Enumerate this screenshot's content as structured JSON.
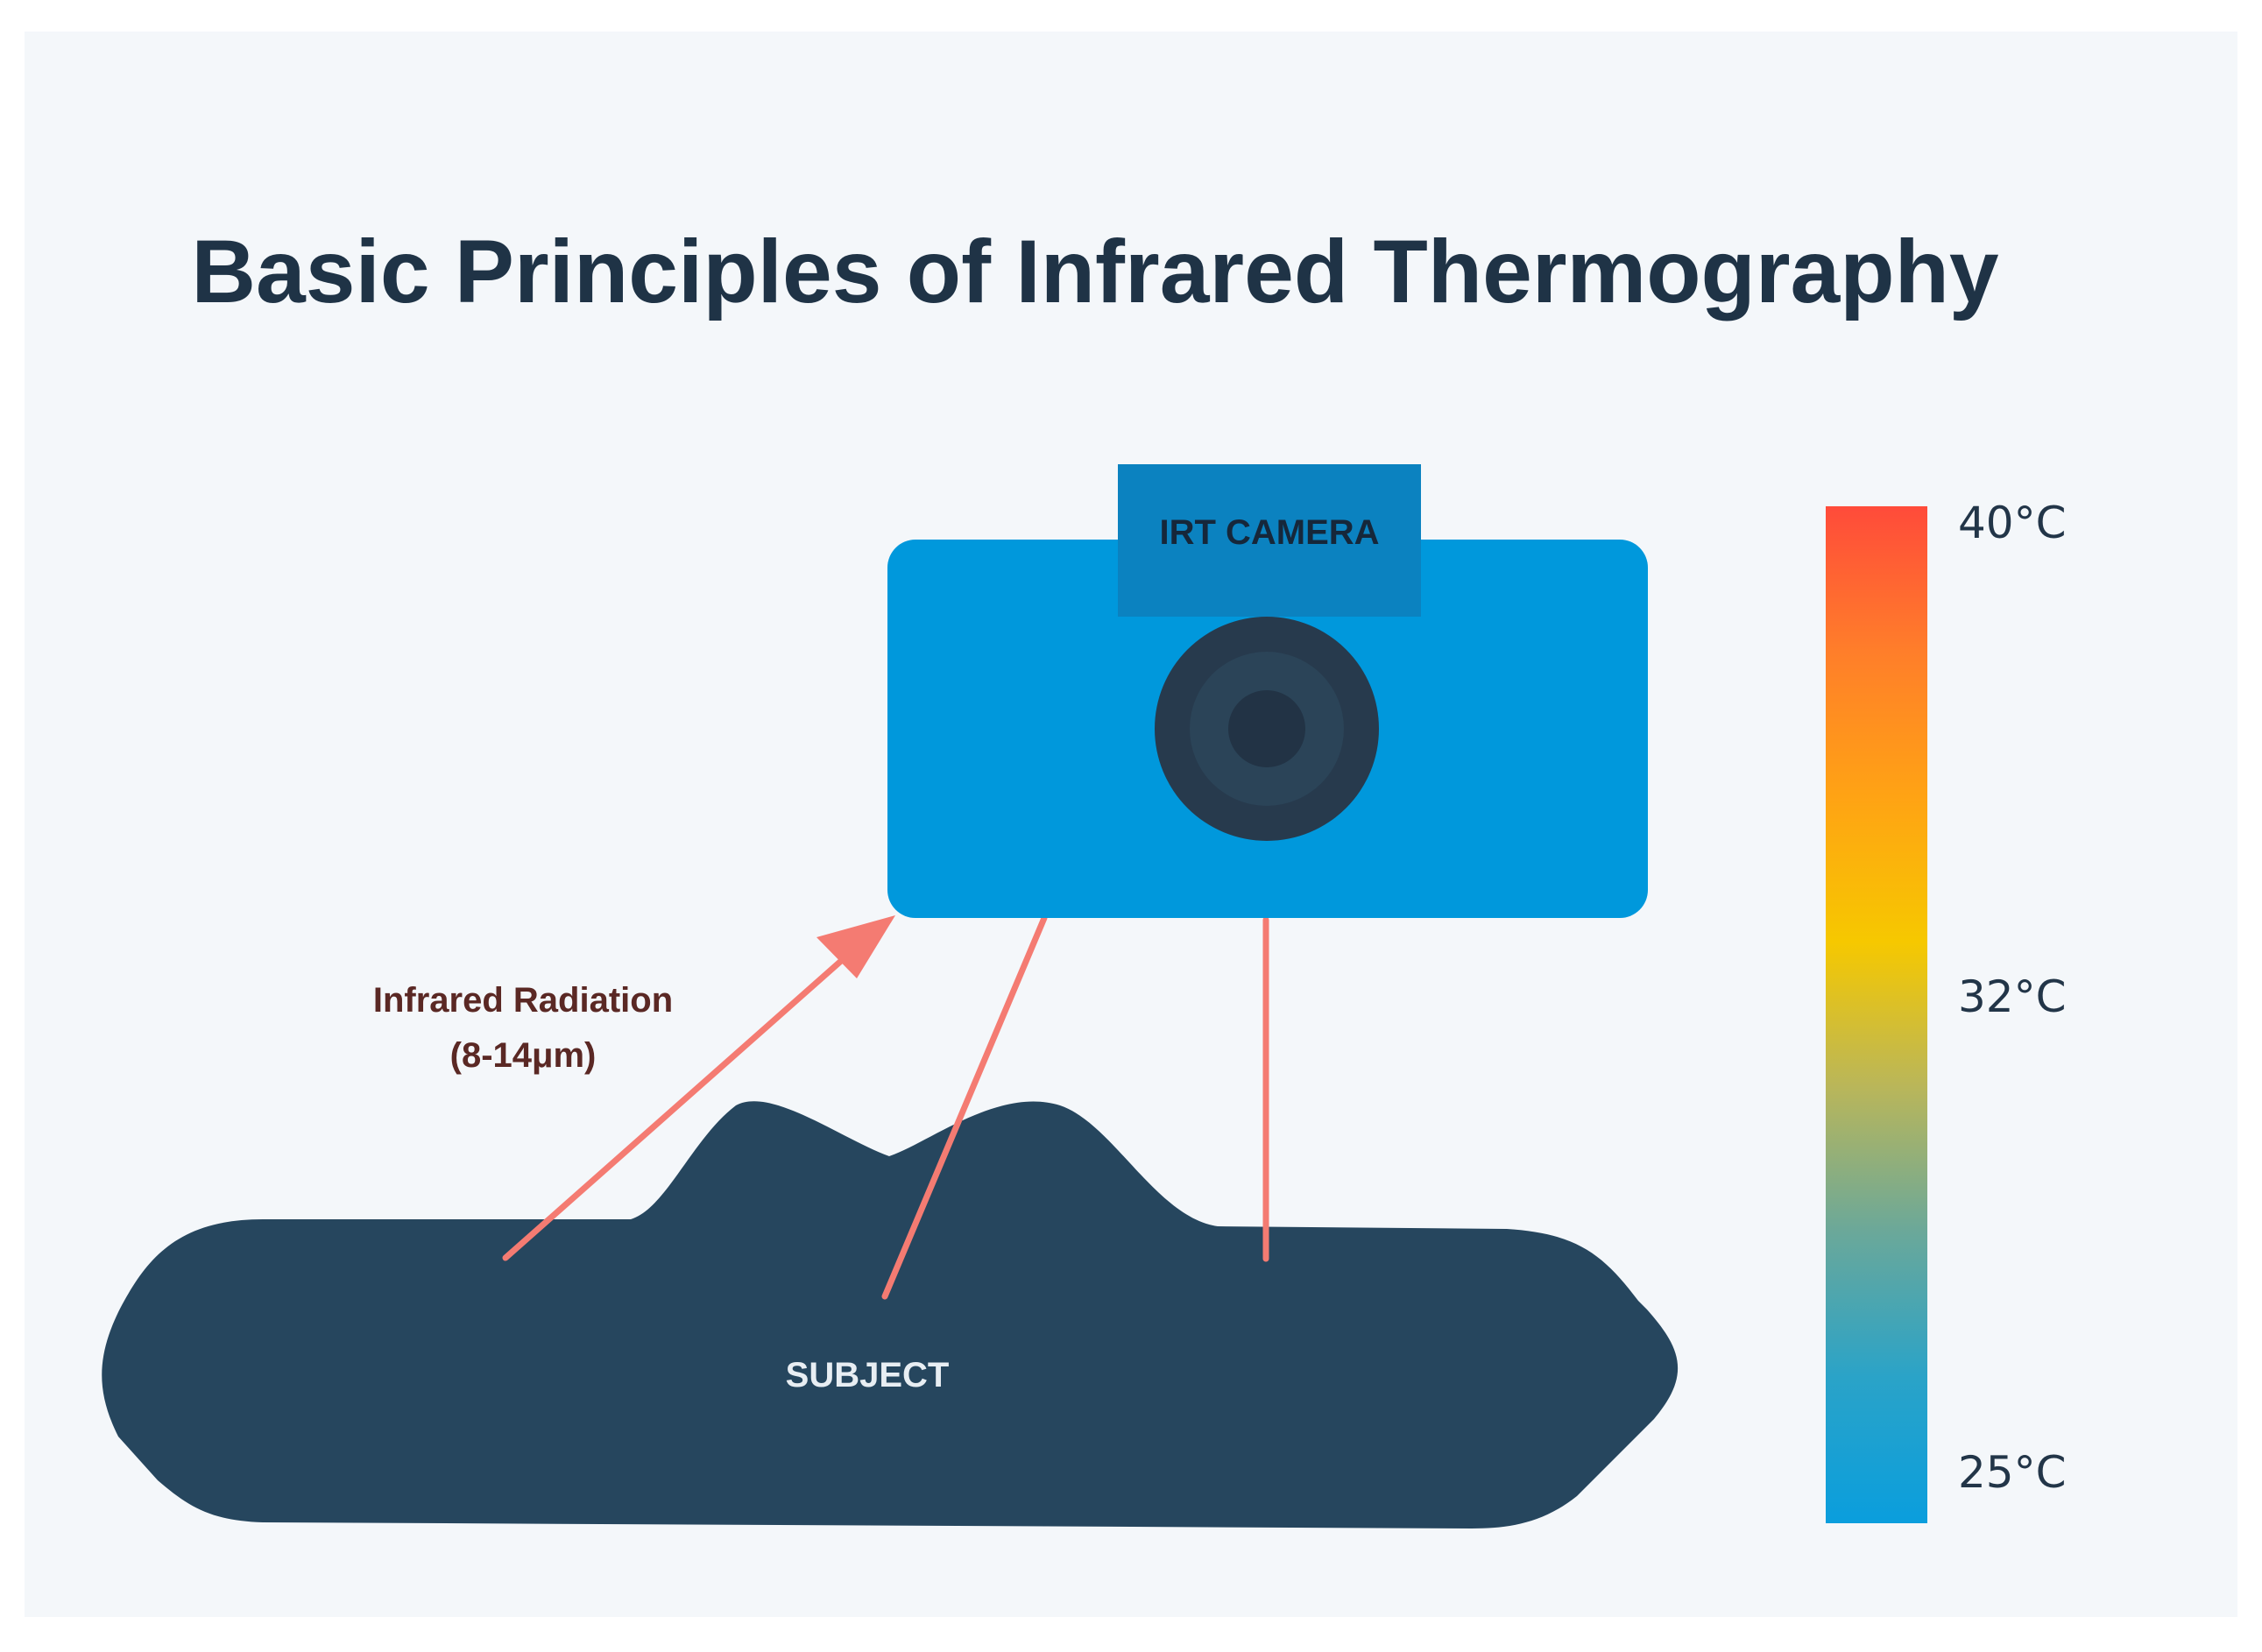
{
  "title": "Basic Principles of Infrared Thermography",
  "camera": {
    "label": "IRT CAMERA"
  },
  "subject": {
    "label": "SUBJECT"
  },
  "radiation": {
    "line1": "Infrared Radiation",
    "line2": "(8-14μm)"
  },
  "scale": {
    "max_label": "40°C",
    "mid_label": "32°C",
    "min_label": "25°C",
    "gradient_colors": [
      "#ff4b3a",
      "#ff7e2a",
      "#ffa314",
      "#f6c800",
      "#b9b65a",
      "#6aa89a",
      "#2aa3c8",
      "#0a9edd"
    ]
  },
  "colors": {
    "background": "#f4f7fa",
    "camera_body": "#0098dc",
    "camera_top": "#0b82c0",
    "lens_outer": "#273a4d",
    "lens_mid": "#2b4458",
    "lens_inner": "#223345",
    "subject": "#26465e",
    "ray": "#f47b72",
    "title_text": "#1f3346",
    "radiation_text": "#5a2824",
    "subject_text": "#e8eef3"
  }
}
